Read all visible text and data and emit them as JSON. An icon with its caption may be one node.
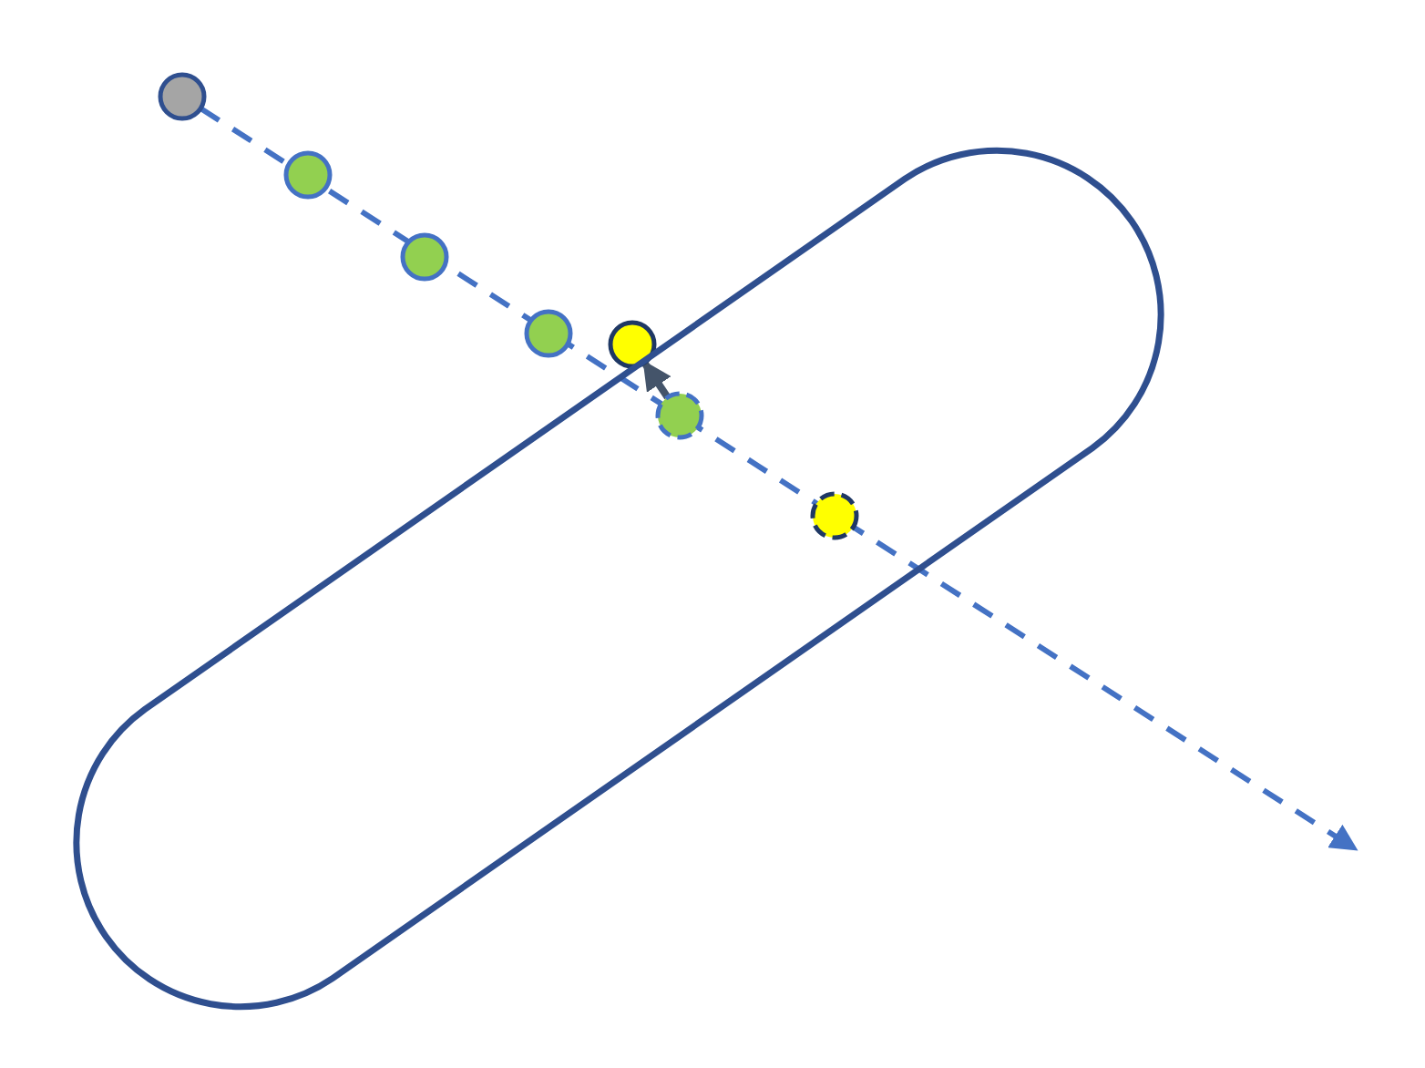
{
  "diagram": {
    "nodes": [
      {
        "text": [],
        "shape": "capsule"
      },
      {
        "text": [],
        "shape": "circle"
      },
      {
        "text": [],
        "shape": "circle"
      },
      {
        "text": [],
        "shape": "circle"
      },
      {
        "text": [],
        "shape": "circle"
      },
      {
        "text": [],
        "shape": "circle"
      },
      {
        "text": [],
        "shape": "circle",
        "in": 0
      },
      {
        "text": [],
        "shape": "circle",
        "in": 0
      }
    ],
    "edges": [
      {
        "from": 1,
        "to": null,
        "arrow": "to",
        "style": "dashed",
        "color": "#4472c4"
      },
      {
        "from": 6,
        "to": 5,
        "arrow": "to",
        "color": "#44546a"
      }
    ]
  }
}
